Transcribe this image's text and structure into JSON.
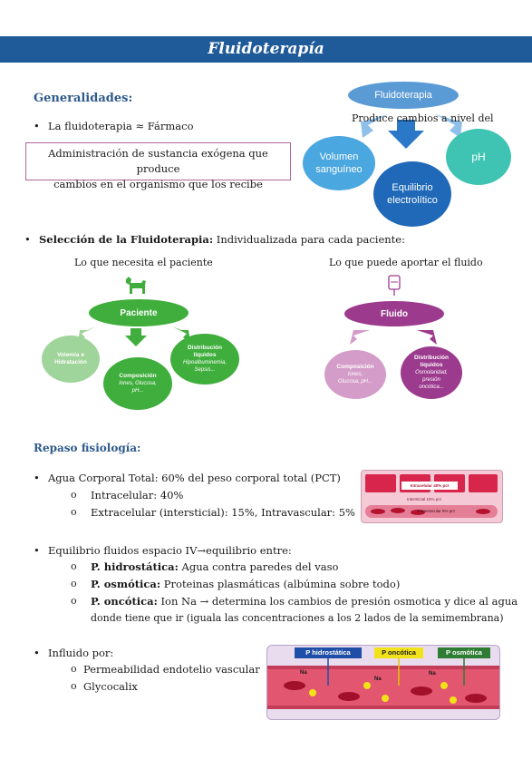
{
  "header": {
    "title": "Fluidoterapía"
  },
  "generalidades": {
    "heading": "Generalidades:",
    "bullet": "La fluidoterapia ≈ Fármaco",
    "definition_line1": "Administración de sustancia exógena que produce",
    "definition_line2": "cambios en el organismo que los recibe"
  },
  "fluido_diagram": {
    "top": "Fluidoterapia",
    "caption": "Produce cambios a nivel del",
    "left_line1": "Volumen",
    "left_line2": "sanguíneo",
    "center_line1": "Equilibrio",
    "center_line2": "electrolítico",
    "right": "pH",
    "colors": {
      "top": "#5b9bd5",
      "left": "#4ba7e0",
      "center": "#1f69b8",
      "right": "#3fc4b4",
      "arrow": "#2b78c8"
    }
  },
  "seleccion": {
    "bold": "Selección de la Fluidoterapia:",
    "rest": " Individualizada para cada paciente:",
    "left_caption": "Lo que necesita el paciente",
    "right_caption": "Lo que puede aportar el fluido"
  },
  "paciente_diagram": {
    "center": "Paciente",
    "volemia_line1": "Volemia e",
    "volemia_line2": "Hidratación",
    "composicion_title": "Composición",
    "composicion_line1": "Iones, Glucosa,",
    "composicion_line2": "pH...",
    "distribucion_title1": "Distribución",
    "distribucion_title2": "líquidos",
    "distribucion_line1": "Hipoalbuminemia,",
    "distribucion_line2": "Sepsis...",
    "colors": {
      "main": "#3fae3c",
      "light": "#9fd49a"
    }
  },
  "fluido2_diagram": {
    "center": "Fluido",
    "composicion_title": "Composición",
    "composicion_line1": "Iones,",
    "composicion_line2": "Glucosa, pH...",
    "distribucion_title1": "Distribución",
    "distribucion_title2": "líquidos",
    "distribucion_line1": "Osmolaridad,",
    "distribucion_line2": "presión",
    "distribucion_line3": "oncótica...",
    "colors": {
      "main": "#9c3a8e",
      "light": "#d49cc8"
    }
  },
  "repaso": {
    "heading": "Repaso fisiología:",
    "agua": "Agua Corporal Total: 60% del peso corporal total (PCT)",
    "intracelular": "Intracelular: 40%",
    "extracelular": "Extracelular (intersticial): 15%, Intravascular: 5%",
    "equilibrio": "Equilibrio fluidos espacio IV→equilibrio entre:",
    "hidro_bold": "P. hidrostática:",
    "hidro_rest": " Agua contra paredes del vaso",
    "osmo_bold": "P. osmótica:",
    "osmo_rest": " Proteinas plasmáticas (albúmina sobre todo)",
    "onco_bold": "P. oncótica:",
    "onco_rest": " Ion Na → determina los cambios de presión osmotica y dice al agua",
    "onco_cont": "donde tiene que ir (iguala las concentraciones a los 2 lados de la semimembrana)",
    "influido": "Influido por:",
    "perm": "Permeabilidad endotelio vascular",
    "glyco": "Glycocalix"
  },
  "compartments_img": {
    "intracelular": "Intracelular 40% pct",
    "intersticial": "Intersticial 15% pct",
    "intravascular": "Intravascular 5% pct"
  },
  "vessel_img": {
    "hidro": "P hidrostática",
    "onco": "P oncótica",
    "osmo": "P osmótica",
    "na": "Na",
    "colors": {
      "hidro": "#1f4ea8",
      "onco": "#f2e21a",
      "osmo": "#2e7d32"
    }
  }
}
